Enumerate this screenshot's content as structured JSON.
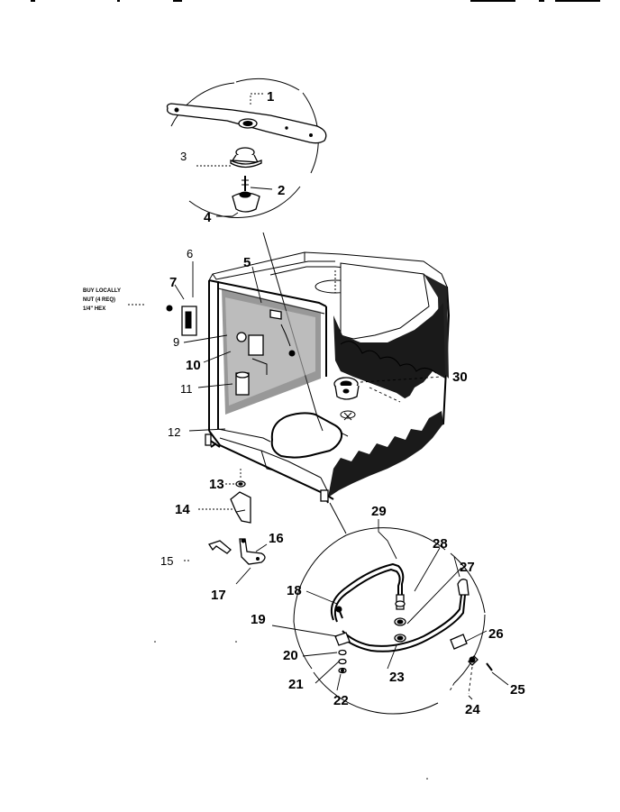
{
  "diagram": {
    "note": {
      "line1": "BUY LOCALLY",
      "line2": "NUT (4 REQ)",
      "line3": "1/4\" HEX"
    },
    "callouts": {
      "c1": "1",
      "c2": "2",
      "c3": "3",
      "c4": "4",
      "c5": "5",
      "c6": "6",
      "c7": "7",
      "c9": "9",
      "c10": "10",
      "c11": "11",
      "c12": "12",
      "c13": "13",
      "c14": "14",
      "c15": "15",
      "c16": "16",
      "c17": "17",
      "c18": "18",
      "c19": "19",
      "c20": "20",
      "c21": "21",
      "c22": "22",
      "c23": "23",
      "c24": "24",
      "c25": "25",
      "c26": "26",
      "c27": "27",
      "c28": "28",
      "c29": "29",
      "c30": "30"
    }
  }
}
